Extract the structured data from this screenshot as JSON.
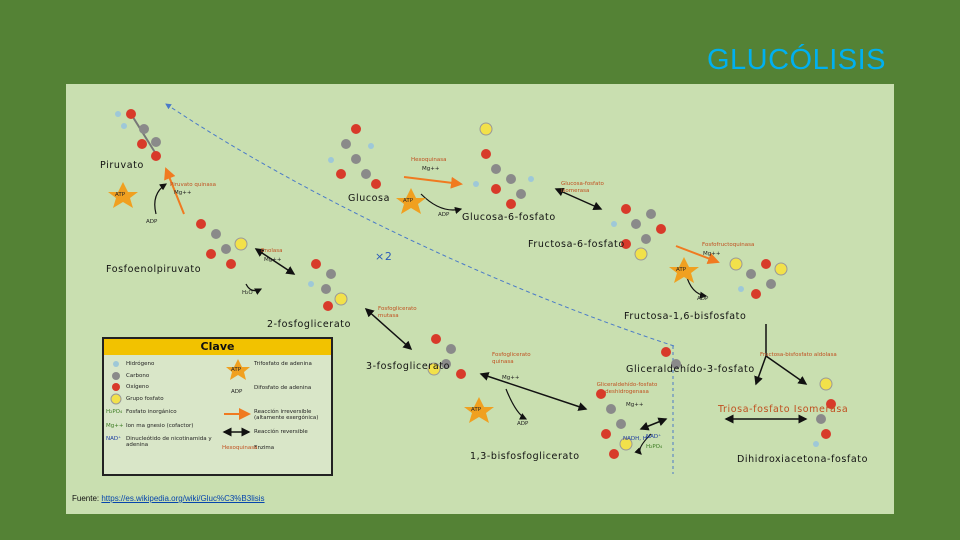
{
  "title": "GLUCÓLISIS",
  "source": {
    "prefix": "Fuente: ",
    "link": "https://es.wikipedia.org/wiki/Gluc%C3%B3lisis"
  },
  "metabolites": {
    "piruvato": "Piruvato",
    "glucosa": "Glucosa",
    "glucosa6p": "Glucosa-6-fosfato",
    "fructosa6p": "Fructosa-6-fosfato",
    "fosfoenolpiruvato": "Fosfoenolpiruvato",
    "dosfosfoglicerato": "2-fosfoglicerato",
    "fructosa16bp": "Fructosa-1,6-bisfosfato",
    "tresfosfoglicerato": "3-fosfoglicerato",
    "gliceraldehido3p": "Gliceraldehído-3-fosfato",
    "triosa_isomerasa": "Triosa-fosfato Isomerasa",
    "bisfosfoglicerato": "1,3-bisfosfoglicerato",
    "dihidroxiacetona": "Dihidroxiacetona-fosfato"
  },
  "enzymes": {
    "piruvato_quinasa": "Piruvato quinasa",
    "hexoquinasa": "Hexoquinasa",
    "glucosa_isomerasa": "Glucosa-fosfato isomerasa",
    "enolasa": "Enolasa",
    "fosfofructoquinasa": "Fosfofructoquinasa",
    "fosfoglicerato_mutasa": "Fosfoglicerato mutasa",
    "fosfoglicerato_quinasa": "Fosfoglicerato quinasa",
    "aldolasa": "Fructosa-bisfosfato aldolasa",
    "g3p_deshidrogenasa": "Gliceraldehído-fosfato deshidrogenasa"
  },
  "cofactors": {
    "mg": "Mg++",
    "atp": "ATP",
    "adp": "ADP",
    "h2o": "H₂O",
    "nadh": "NADH, H⁺",
    "nad": "NAD⁺",
    "h2po4": "H₂PO₄",
    "x2": "×2"
  },
  "legend": {
    "title": "Clave",
    "items_left": [
      "Hidrógeno",
      "Carbono",
      "Oxígeno",
      "Grupo fosfato",
      "Fosfato inorgánico",
      "Ion ma gnesio (cofactor)",
      "Dinucleótido de nicotinamida y adenina"
    ],
    "items_left_symbols": [
      "H₂PO₄",
      "Mg++",
      "NAD⁺"
    ],
    "items_right": [
      "Trifosfato de adenina",
      "Difosfato de adenina",
      "Reacción irreversible (altamente exergónica)",
      "Reacción reversible",
      "Enzima"
    ],
    "enzyme_example": "Hexoquinasa"
  },
  "colors": {
    "background": "#548235",
    "panel": "#c9dfb0",
    "title": "#00b0f0",
    "oxygen": "#d83a2a",
    "carbon": "#8a8a8a",
    "hydrogen": "#9ec8d8",
    "phosphate": "#f2e14a",
    "atp": "#f0a020",
    "irreversible_arrow": "#f07a20",
    "reversible_arrow": "#111111",
    "dashed_path": "#4a7ac8"
  }
}
